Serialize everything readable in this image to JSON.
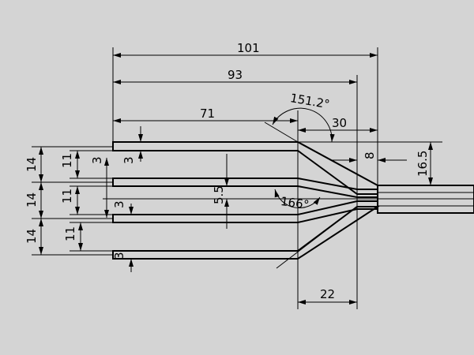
{
  "drawing": {
    "dimensions": {
      "overall_length": "101",
      "to_junction": "93",
      "straight_length": "71",
      "bend_length": "30",
      "offset": "8",
      "height_offset": "16.5",
      "merge_length": "22",
      "pitch_1": "14",
      "pitch_2": "14",
      "pitch_3": "14",
      "gap_1": "11",
      "gap_2": "11",
      "gap_3": "11",
      "thickness_1": "3",
      "thickness_2": "3",
      "thickness_3": "3",
      "thickness_4": "3",
      "inner_gap": "5.5"
    },
    "angles": {
      "outer_bend": "151.2°",
      "inner_bend": "166°"
    }
  }
}
